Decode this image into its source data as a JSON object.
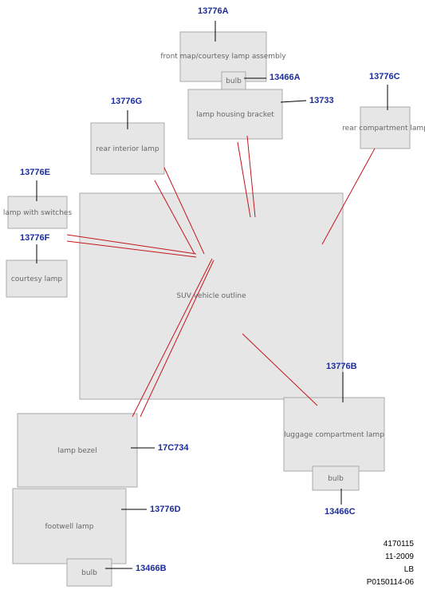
{
  "colors": {
    "callout_text": "#1c2c9c",
    "indicator_line": "#c4161c",
    "leader_line": "#000000",
    "linework": "#333333"
  },
  "callouts": {
    "a13776A": "13776A",
    "a13466A": "13466A",
    "a13776G": "13776G",
    "a13733": "13733",
    "a13776C": "13776C",
    "a13776E": "13776E",
    "a13776F": "13776F",
    "a13776B": "13776B",
    "a17C734": "17C734",
    "a13776D": "13776D",
    "a13466C": "13466C",
    "a13466B": "13466B"
  },
  "footer": {
    "line1": "4170115",
    "line2": "11-2009",
    "line3": "LB",
    "line4": "P0150114-06"
  },
  "placeholders": {
    "lamp_13776A": "front map/courtesy lamp assembly",
    "bulb_13466A": "bulb",
    "lamp_13776G": "rear interior lamp",
    "housing_13733": "lamp housing bracket",
    "lamp_13776C": "rear compartment lamp",
    "lamp_13776E": "lamp with switches",
    "lamp_13776F": "courtesy lamp",
    "lamp_13776B": "luggage compartment lamp",
    "bulb_13466C": "bulb",
    "bezel_17C734": "lamp bezel",
    "lamp_13776D": "footwell lamp",
    "bulb_13466B": "bulb",
    "vehicle": "SUV vehicle outline"
  }
}
